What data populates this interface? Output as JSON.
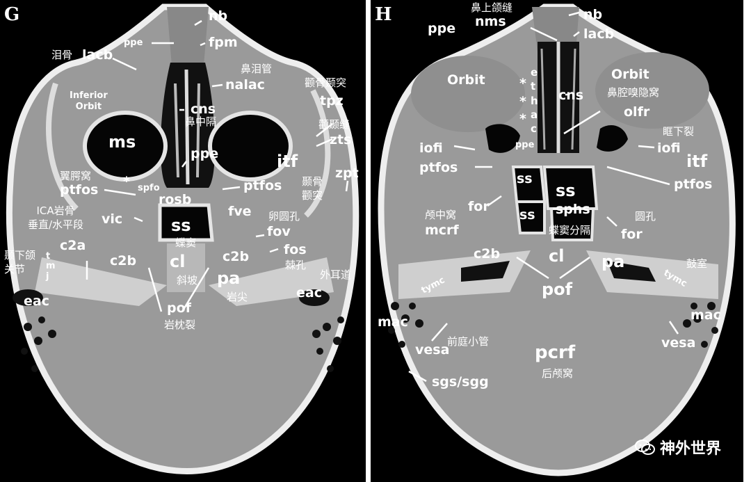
{
  "panel_g": {
    "letter": "G",
    "labels": {
      "nb": "nb",
      "ppe_top": "ppe",
      "fpm": "fpm",
      "lacb": "lacb",
      "lacb_cn": "泪骨",
      "nalac_cn": "鼻泪管",
      "nalac": "nalac",
      "inferior_orbit": "Inferior\nOrbit",
      "cns": "cns",
      "cns_cn": "鼻中隔",
      "tpz_cn": "颧骨颞突",
      "tpz": "tpz",
      "zts_cn": "颧颞缝",
      "zts": "zts",
      "ms": "ms",
      "ppe_mid": "ppe",
      "itf": "itf",
      "zpt": "zpt",
      "ptfos_cn": "翼腭窝",
      "ptfos_left": "ptfos",
      "star": "*",
      "spfo": "spfo",
      "rosb": "rosb",
      "ptfos_right": "ptfos",
      "zpt_cn": "颞骨\n颧突",
      "ica_cn": "ICA岩骨\n垂直/水平段",
      "vic": "vic",
      "fve": "fve",
      "fov_cn": "卵圆孔",
      "ss": "ss",
      "fov": "fov",
      "tmj_cn": "颞下颌\n关节",
      "tmj": "t\nm\nj",
      "c2a": "c2a",
      "ss_cn": "蝶窦",
      "fos": "fos",
      "fos_cn": "棘孔",
      "c2b_left": "c2b",
      "cl": "cl",
      "c2b_right": "c2b",
      "eam_cn": "外耳道",
      "cl_cn": "斜坡",
      "pa": "pa",
      "pa_cn": "岩尖",
      "eac_left": "eac",
      "eac_right": "eac",
      "pof": "pof",
      "pof_cn": "岩枕裂"
    }
  },
  "panel_h": {
    "letter": "H",
    "labels": {
      "nms_cn": "鼻上颌缝",
      "nms": "nms",
      "nb": "nb",
      "ppe": "ppe",
      "lacb": "lacb",
      "orbit_left": "Orbit",
      "orbit_right": "Orbit",
      "etha": "e\nt\nh\na\nc",
      "stars": "*\n*\n*",
      "cns": "cns",
      "olfr_cn": "鼻腔嗅隐窝",
      "olfr": "olfr",
      "iofi_cn": "眶下裂",
      "ppe_mid": "ppe",
      "iofi_left": "iofi",
      "iofi_right": "iofi",
      "itf": "itf",
      "ptfos_left": "ptfos",
      "ptfos_right": "ptfos",
      "ss_left": "ss",
      "ss_mid": "ss",
      "for_left": "for",
      "sphs": "sphs",
      "ss_low": "ss",
      "mcf_cn": "颅中窝",
      "mcrf": "mcrf",
      "sphs_cn": "蝶窦分隔",
      "for_cn": "圆孔",
      "for_right": "for",
      "c2b": "c2b",
      "cl": "cl",
      "pa": "pa",
      "tymc_left": "tymc",
      "tymc_right": "tymc",
      "tymc_cn": "鼓室",
      "pof": "pof",
      "mac_left": "mac",
      "mac_right": "mac",
      "vesa_cn": "前庭小管",
      "vesa_left": "vesa",
      "vesa_right": "vesa",
      "pcrf": "pcrf",
      "pcrf_cn": "后颅窝",
      "sgs": "sgs/sgg"
    }
  },
  "watermark": {
    "text": "神外世界",
    "icon": "wechat-icon"
  },
  "colors": {
    "bone": "#f2f2f2",
    "soft_tissue": "#8a8a8a",
    "air": "#000000",
    "label": "#ffffff"
  }
}
